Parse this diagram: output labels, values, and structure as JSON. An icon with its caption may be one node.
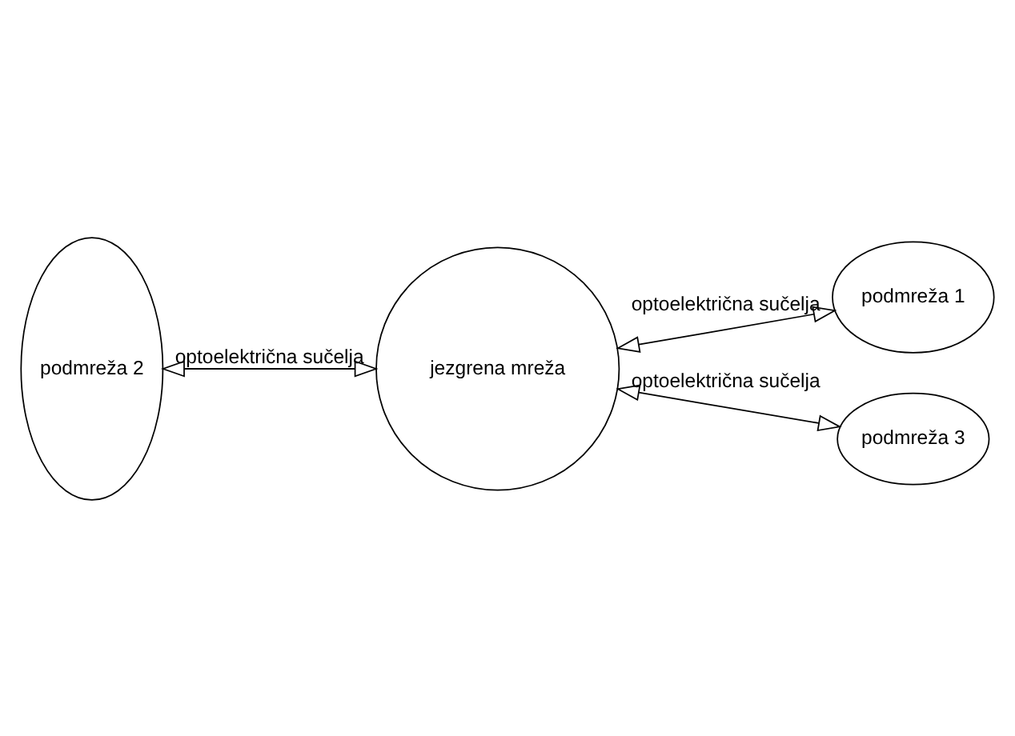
{
  "diagram": {
    "nodes": [
      {
        "text": [
          "podmreža 1"
        ]
      },
      {
        "text": [
          "podmreža 2"
        ]
      },
      {
        "text": [
          "jezgrena mreža"
        ]
      },
      {
        "text": [
          "podmreža 3"
        ]
      }
    ],
    "edges": [
      {
        "from": 2,
        "to": 0,
        "arrow": "both",
        "label": "optoelektrična sučelja"
      },
      {
        "from": 1,
        "to": 2,
        "arrow": "both",
        "label": "optoelektrična sučelja"
      },
      {
        "from": 2,
        "to": 3,
        "arrow": "both",
        "label": "optoelektrična sučelja"
      }
    ]
  }
}
